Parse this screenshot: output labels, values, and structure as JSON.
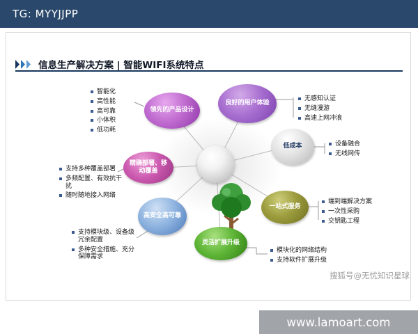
{
  "banner": {
    "tag": "TG: MYYJJPP"
  },
  "slide": {
    "title": "信息生产解决方案 | 智能WIFI系统特点"
  },
  "features": [
    {
      "label": "领先的产品设计",
      "items": [
        "智能化",
        "高性能",
        "高可靠",
        "小体积",
        "低功耗"
      ]
    },
    {
      "label": "良好的用户体验",
      "items": [
        "无感知认证",
        "无缝漫游",
        "高速上网冲浪"
      ]
    },
    {
      "label": "低成本",
      "items": [
        "设备融合",
        "无线网传"
      ]
    },
    {
      "label": "一站式服务",
      "items": [
        "端到端解决方案",
        "一次性采购",
        "交钥匙工程"
      ]
    },
    {
      "label": "灵活扩展升级",
      "items": [
        "模块化的网络结构",
        "支持软件扩展升级"
      ]
    },
    {
      "label": "高安全高可靠",
      "items": [
        "支持模块级、设备级冗余配置",
        "多种安全措施、充分保障需求"
      ]
    },
    {
      "label": "精确部署、移动覆盖",
      "items": [
        "支持多种覆盖部署",
        "多频配置、有效抗干扰",
        "随时随地接入网络"
      ]
    }
  ],
  "watermark": "搜狐号@无忧知识星球",
  "footer": {
    "url": "www.lamoart.com"
  },
  "colors": {
    "banner_bg": "#29486b",
    "title_accent": "#2e75b6",
    "title_rule": "#17375e",
    "bubble_product_design": "#a83fbd",
    "bubble_user_experience": "#9a5fc6",
    "bubble_low_cost": "#d9d9d9",
    "bubble_one_stop_service": "#8f8f35",
    "bubble_flexible_upgrade": "#4ea82c",
    "bubble_high_security": "#6f9bd6",
    "bubble_precise_deployment": "#c050a8",
    "bullet_square": "#3b5a8f",
    "footer_bg": "#94999e"
  }
}
